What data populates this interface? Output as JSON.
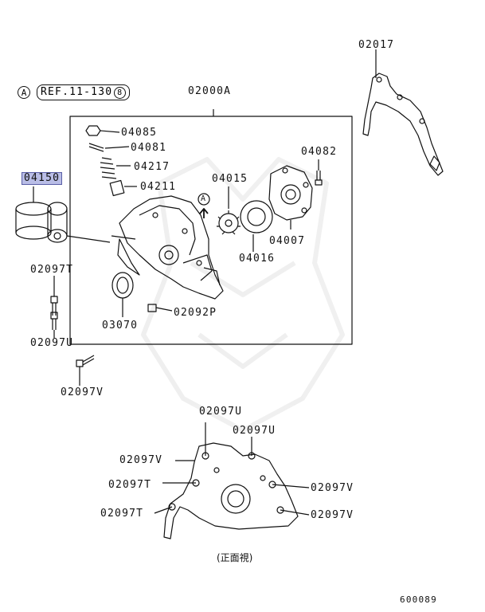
{
  "diagram": {
    "ref": {
      "circle_letter": "A",
      "text": "REF.11-130",
      "circle_number": "8"
    },
    "callouts": {
      "c02017": "02017",
      "c02000A": "02000A",
      "c04085": "04085",
      "c04081": "04081",
      "c04217": "04217",
      "c04211": "04211",
      "c04015": "04015",
      "c04082": "04082",
      "c04007": "04007",
      "c04016": "04016",
      "c04150": "04150",
      "c02097T_top": "02097T",
      "c02097U_left": "02097U",
      "c02097V_left": "02097V",
      "c03070": "03070",
      "c02092P": "02092P",
      "c02097U_front_a": "02097U",
      "c02097U_front_b": "02097U",
      "c02097V_front_left": "02097V",
      "c02097T_front_a": "02097T",
      "c02097T_front_b": "02097T",
      "c02097V_front_right_a": "02097V",
      "c02097V_front_right_b": "02097V"
    },
    "arrow_marker": "A",
    "caption": "(正面視)",
    "figure_number": "600089",
    "highlight_color": "#b9bde6"
  }
}
